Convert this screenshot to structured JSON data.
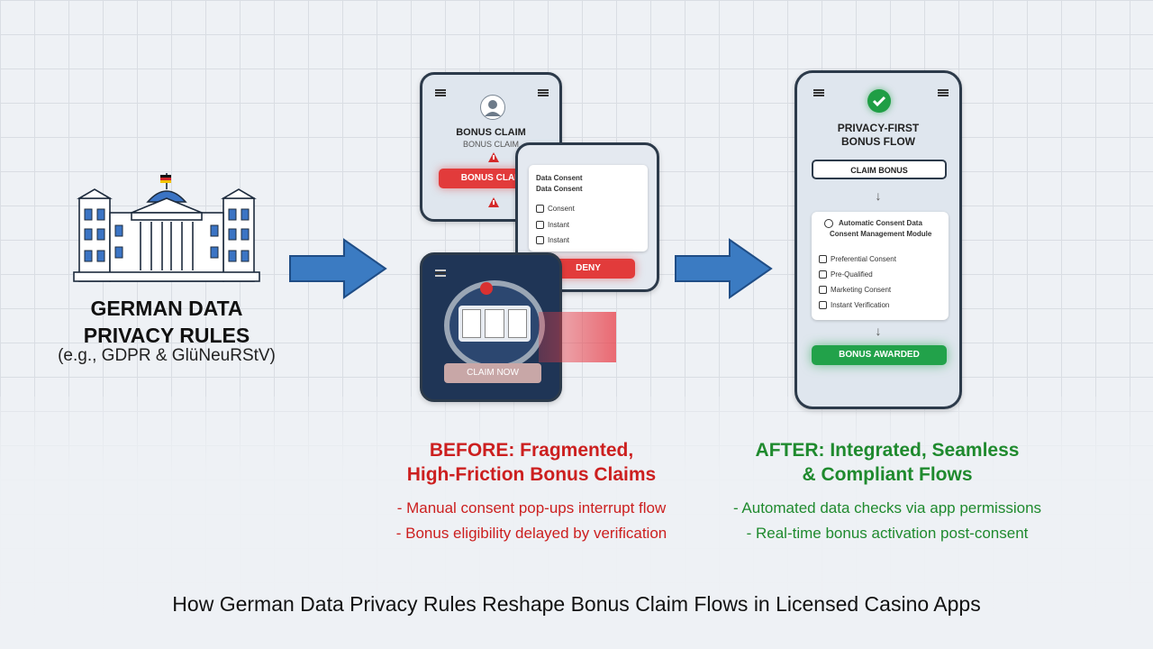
{
  "left_panel": {
    "title_line1": "GERMAN DATA",
    "title_line2": "PRIVACY RULES",
    "subtitle": "(e.g., GDPR & GlüNeuRStV)"
  },
  "before_phone_top": {
    "heading": "BONUS CLAIM",
    "subheading": "BONUS CLAIM",
    "button": "BONUS CLAIM"
  },
  "before_phone_consent": {
    "title_line1": "Data Consent",
    "title_line2": "Data Consent",
    "options": [
      "Consent",
      "Instant",
      "Instant"
    ],
    "button": "DENY"
  },
  "before_phone_casino": {
    "button": "CLAIM NOW"
  },
  "after_phone": {
    "heading_line1": "PRIVACY-FIRST",
    "heading_line2": "BONUS FLOW",
    "claim_button": "CLAIM BONUS",
    "module_title_line1": "Automatic Consent Data",
    "module_title_line2": "Consent Management Module",
    "options": [
      "Preferential Consent",
      "Pre-Qualified",
      "Marketing Consent",
      "Instant Verification"
    ],
    "awarded_button": "BONUS AWARDED"
  },
  "before": {
    "title_line1": "BEFORE: Fragmented,",
    "title_line2": "High-Friction Bonus Claims",
    "bullets": [
      "- Manual consent pop-ups interrupt flow",
      "- Bonus eligibility delayed by verification"
    ]
  },
  "after": {
    "title_line1": "AFTER: Integrated, Seamless",
    "title_line2": "& Compliant Flows",
    "bullets": [
      "- Automated data checks via app permissions",
      "- Real-time bonus activation post-consent"
    ]
  },
  "caption": "How German Data Privacy Rules Reshape Bonus Claim Flows in Licensed Casino Apps",
  "colors": {
    "before_red": "#cc1f1f",
    "after_green": "#1f8a2e",
    "arrow_blue": "#3b7bc2",
    "button_red": "#e23b3b",
    "button_green": "#22a24a"
  }
}
